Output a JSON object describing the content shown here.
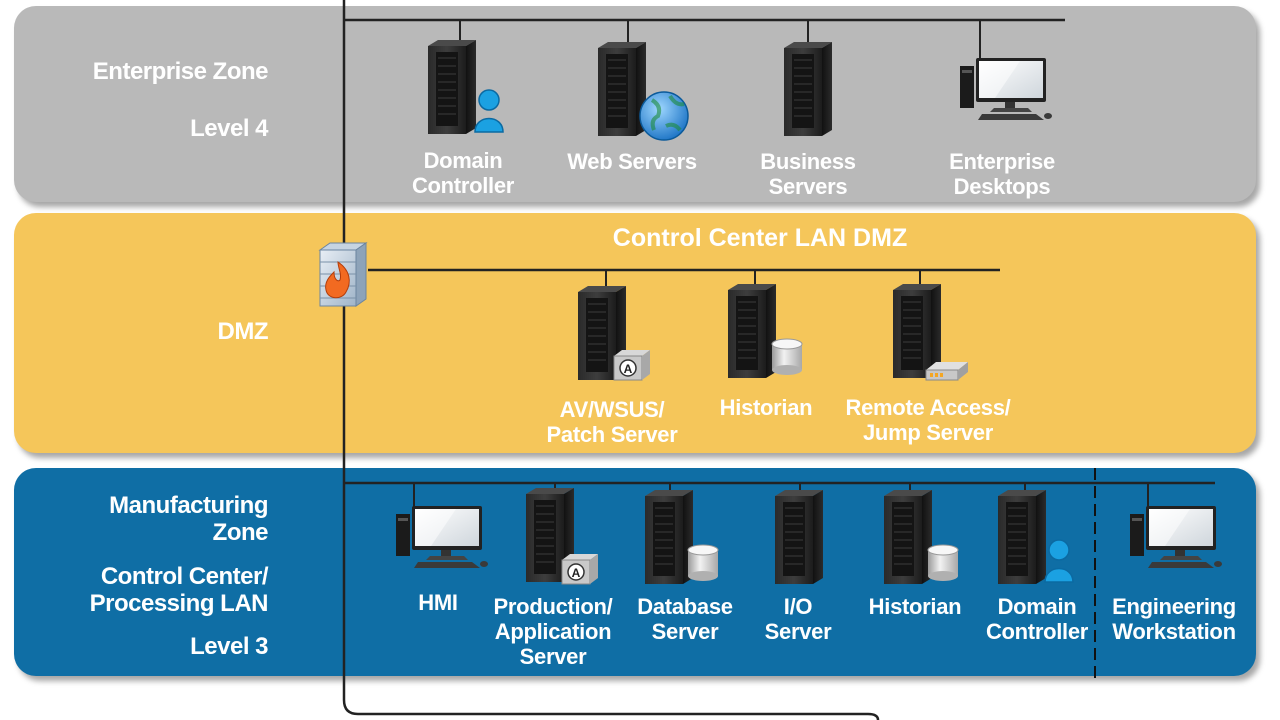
{
  "zones": {
    "enterprise": {
      "name": "Enterprise Zone",
      "level": "Level 4"
    },
    "dmz": {
      "name": "DMZ",
      "network_title": "Control Center LAN DMZ"
    },
    "manufacturing": {
      "name_line1": "Manufacturing",
      "name_line2": "Zone",
      "lan_line1": "Control Center/",
      "lan_line2": "Processing LAN",
      "level": "Level 3"
    }
  },
  "devices": {
    "domain_controller_ent": [
      "Domain",
      "Controller"
    ],
    "web_servers": [
      "Web Servers"
    ],
    "business_servers": [
      "Business",
      "Servers"
    ],
    "enterprise_desktops": [
      "Enterprise",
      "Desktops"
    ],
    "av_wsus": [
      "AV/WSUS/",
      "Patch Server"
    ],
    "historian_dmz": [
      "Historian"
    ],
    "remote_access": [
      "Remote Access/",
      "Jump Server"
    ],
    "hmi": [
      "HMI"
    ],
    "production_app": [
      "Production/",
      "Application",
      "Server"
    ],
    "database_server": [
      "Database",
      "Server"
    ],
    "io_server": [
      "I/O",
      "Server"
    ],
    "historian_mfg": [
      "Historian"
    ],
    "domain_controller_mfg": [
      "Domain",
      "Controller"
    ],
    "engineering_ws": [
      "Engineering",
      "Workstation"
    ]
  },
  "icons": {
    "av_badge": "A"
  },
  "colors": {
    "enterprise": "#b9b9b9",
    "dmz": "#f5c65a",
    "manufacturing": "#0f6ea5"
  }
}
